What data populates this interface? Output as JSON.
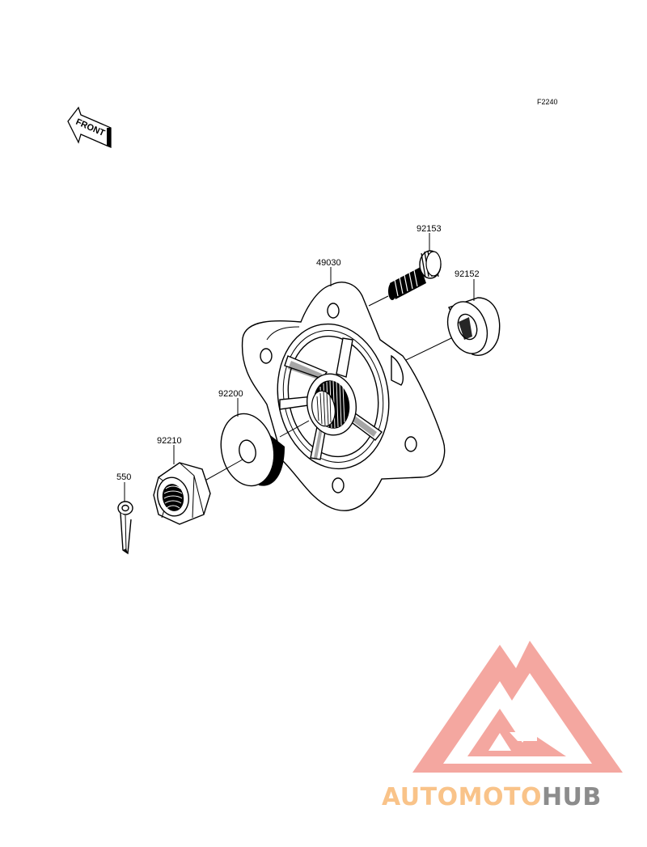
{
  "diagram": {
    "figure_code": "F2240",
    "front_label": "FRONT",
    "parts": [
      {
        "number": "92153",
        "name": "stud-bolt"
      },
      {
        "number": "49030",
        "name": "hub"
      },
      {
        "number": "92152",
        "name": "oil-seal"
      },
      {
        "number": "92200",
        "name": "washer"
      },
      {
        "number": "92210",
        "name": "castle-nut"
      },
      {
        "number": "550",
        "name": "cotter-pin"
      }
    ]
  },
  "watermark": {
    "brand_part1": "AUTOMOTO",
    "brand_part2": "HUB",
    "color_primary": "#f4a7a0",
    "color_accent": "#f9c389",
    "color_dark": "#8c8c8c"
  }
}
